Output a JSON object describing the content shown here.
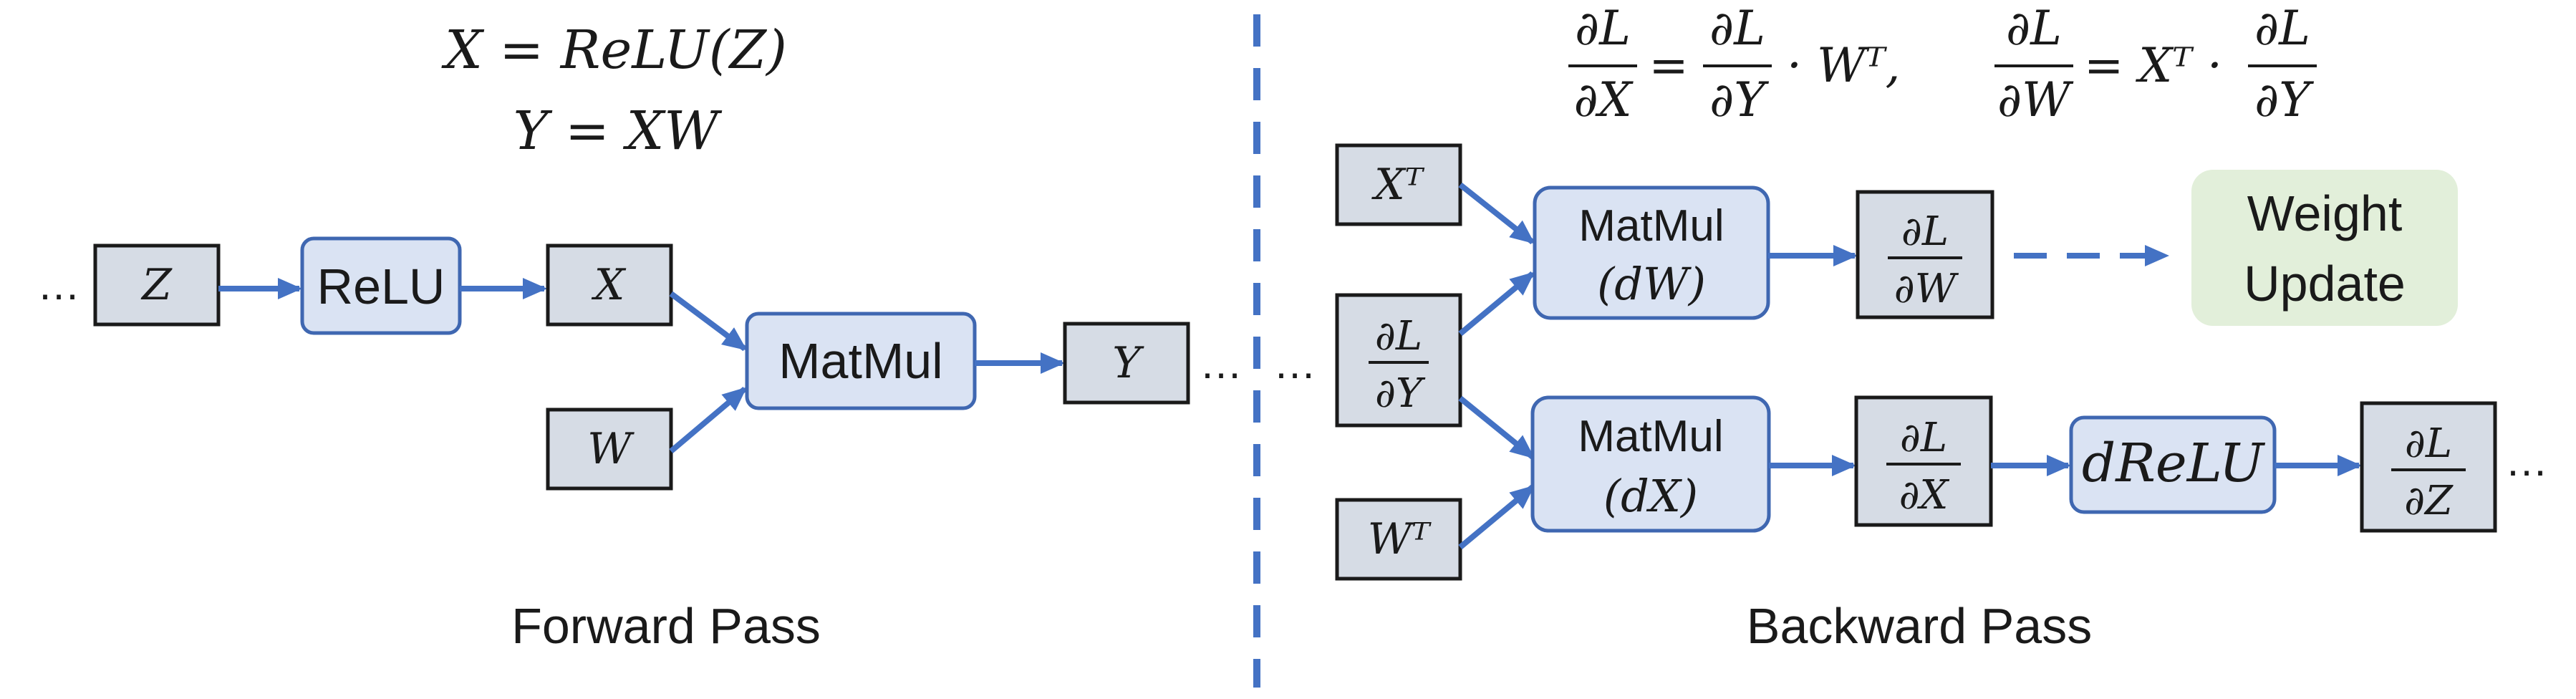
{
  "colors": {
    "arrow": "#4472C4",
    "op_fill": "#DAE3F3",
    "op_stroke": "#3F67B1",
    "tensor_fill": "#D6DCE5",
    "tensor_stroke": "#1A1A1A",
    "update_fill": "#E2EFDA",
    "divider": "#4472C4"
  },
  "forward": {
    "eq1": "X = ReLU(Z)",
    "eq2": "Y = XW",
    "caption": "Forward Pass",
    "ellipsis_left": "…",
    "ellipsis_right": "…",
    "z": "Z",
    "relu": "ReLU",
    "x": "X",
    "w": "W",
    "matmul": "MatMul",
    "y": "Y"
  },
  "backward": {
    "caption": "Backward Pass",
    "eq_dLdX_lhs_num": "∂L",
    "eq_dLdX_lhs_den": "∂X",
    "eq_dLdX_rhs_num": "∂L",
    "eq_dLdX_rhs_den": "∂Y",
    "eq_dLdX_tail": "· Wᵀ,",
    "eq_dLdW_lhs_num": "∂L",
    "eq_dLdW_lhs_den": "∂W",
    "eq_dLdW_mid": "= Xᵀ ·",
    "eq_dLdW_rhs_num": "∂L",
    "eq_dLdW_rhs_den": "∂Y",
    "eq_equals": "=",
    "xt": "Xᵀ",
    "wt": "Wᵀ",
    "dLdY_num": "∂L",
    "dLdY_den": "∂Y",
    "matmul_dw_1": "MatMul",
    "matmul_dw_2": "(dW)",
    "matmul_dx_1": "MatMul",
    "matmul_dx_2": "(dX)",
    "dLdW_num": "∂L",
    "dLdW_den": "∂W",
    "dLdX_num": "∂L",
    "dLdX_den": "∂X",
    "drelu": "dReLU",
    "dLdZ_num": "∂L",
    "dLdZ_den": "∂Z",
    "update_1": "Weight",
    "update_2": "Update",
    "ellipsis_left": "…",
    "ellipsis_right": "…"
  }
}
